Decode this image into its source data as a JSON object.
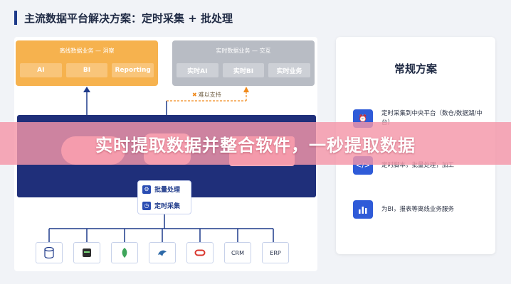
{
  "title": "主流数据平台解决方案：定时采集 + 批处理",
  "offline": {
    "title": "离线数据业务 — 洞察",
    "chips": [
      "AI",
      "BI",
      "Reporting"
    ]
  },
  "realtime": {
    "title": "实时数据业务 — 交互",
    "chips": [
      "实时AI",
      "实时BI",
      "实时业务"
    ]
  },
  "unsupported": {
    "mark": "✖",
    "label": "难以支持"
  },
  "processing": {
    "batch": "批量处理",
    "scheduled": "定时采集"
  },
  "sources": [
    {
      "icon": "database-icon",
      "label": ""
    },
    {
      "icon": "server-icon",
      "label": ""
    },
    {
      "icon": "leaf-db-icon",
      "label": ""
    },
    {
      "icon": "dolphin-db-icon",
      "label": ""
    },
    {
      "icon": "oracle-db-icon",
      "label": ""
    },
    {
      "icon": "crm-icon",
      "label": "CRM"
    },
    {
      "icon": "erp-icon",
      "label": "ERP"
    }
  ],
  "right": {
    "title": "常规方案",
    "items": [
      {
        "icon": "alarm-clock-icon",
        "text": "定时采集到中央平台（数仓/数据湖/中台）"
      },
      {
        "icon": "code-icon",
        "text": "定时脚本，批量处理，加工"
      },
      {
        "icon": "bar-chart-icon",
        "text": "为BI，报表等离线业务服务"
      }
    ]
  },
  "banner": {
    "text": "实时提取数据并整合软件，一秒提取数据"
  },
  "colors": {
    "accent": "#1e3a8a",
    "offline": "#f6b24e",
    "realtime": "#b8bcc4",
    "platform": "#1f2f7a",
    "banner": "#f496a8",
    "icon_blue": "#2f5bd8"
  }
}
